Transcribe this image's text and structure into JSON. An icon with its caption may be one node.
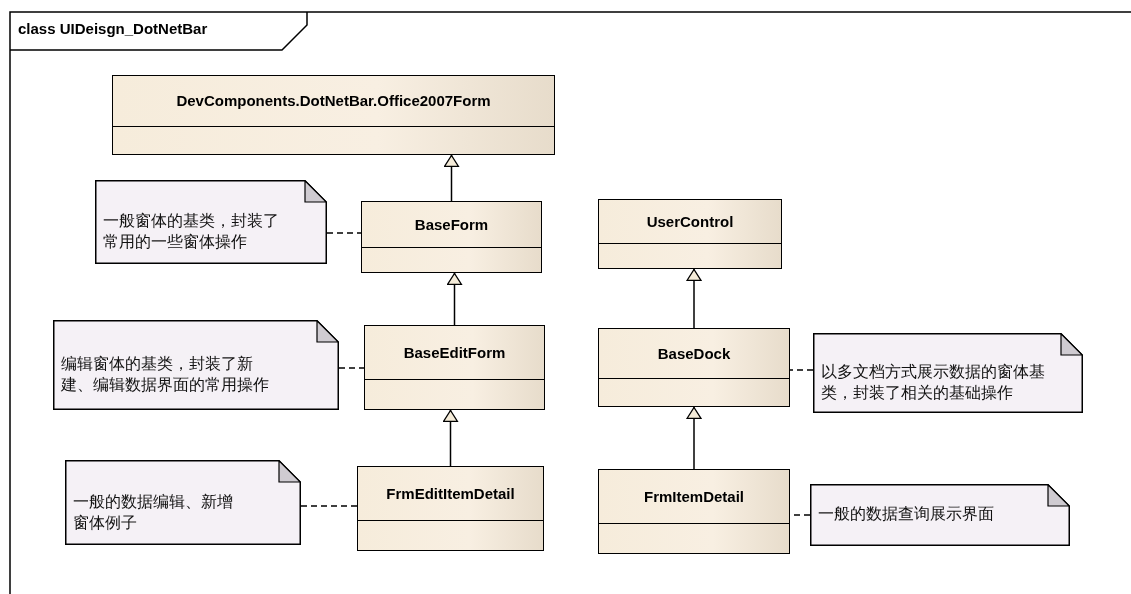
{
  "diagram": {
    "title": "class UIDeisgn_DotNetBar",
    "nodes": [
      {
        "text": [
          "DevComponents.DotNetBar.Office2007Form"
        ]
      },
      {
        "text": [
          "一般窗体的基类，封装了常用的一些窗体操作"
        ]
      },
      {
        "text": [
          "BaseForm"
        ]
      },
      {
        "text": [
          "UserControl"
        ]
      },
      {
        "text": [
          "编辑窗体的基类，封装了新建、编辑数据界面的常用操作"
        ]
      },
      {
        "text": [
          "BaseEditForm"
        ]
      },
      {
        "text": [
          "BaseDock"
        ]
      },
      {
        "text": [
          "以多文档方式展示数据的窗体基类，封装了相关的基础操作"
        ]
      },
      {
        "text": [
          "一般的数据编辑、新增窗体例子"
        ]
      },
      {
        "text": [
          "FrmEditItemDetail"
        ]
      },
      {
        "text": [
          "FrmItemDetail"
        ]
      },
      {
        "text": [
          "一般的数据查询展示界面"
        ]
      }
    ],
    "edges": [
      {
        "from": 2,
        "to": 0,
        "arrow": "to"
      },
      {
        "from": 1,
        "to": 2,
        "arrow": "none",
        "style": "dashed"
      },
      {
        "from": 6,
        "to": 3,
        "arrow": "to"
      },
      {
        "from": 5,
        "to": 2,
        "arrow": "to"
      },
      {
        "from": 4,
        "to": 5,
        "arrow": "none",
        "style": "dashed"
      },
      {
        "from": 7,
        "to": 6,
        "arrow": "none",
        "style": "dashed"
      },
      {
        "from": 9,
        "to": 5,
        "arrow": "to"
      },
      {
        "from": 10,
        "to": 6,
        "arrow": "to"
      },
      {
        "from": 8,
        "to": 9,
        "arrow": "none",
        "style": "dashed"
      },
      {
        "from": 11,
        "to": 10,
        "arrow": "none",
        "style": "dashed"
      }
    ]
  }
}
